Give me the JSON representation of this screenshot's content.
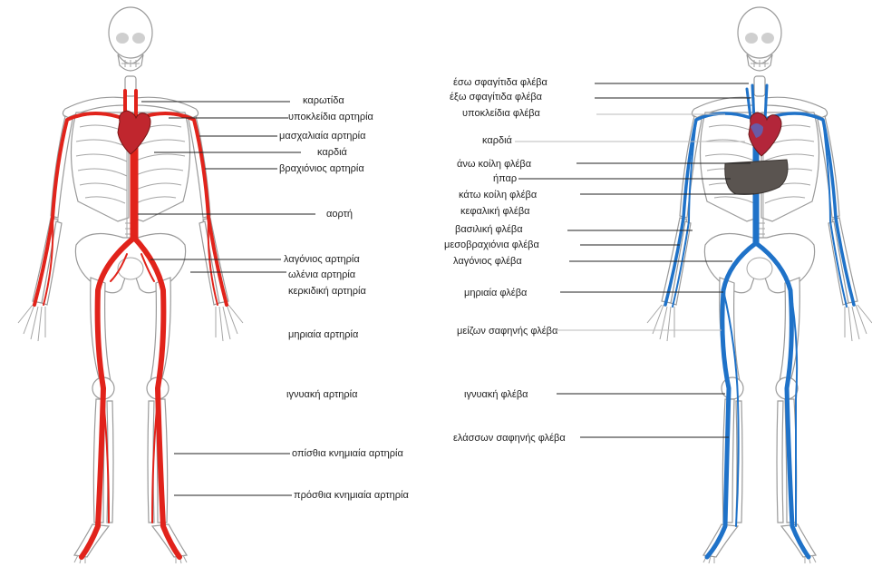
{
  "diagrams": [
    {
      "id": "arterial",
      "colors": {
        "vessel": "#e1231b",
        "heart": "#c0262e"
      },
      "labels": [
        {
          "text": "καρωτίδα"
        },
        {
          "text": "υποκλείδια αρτηρία"
        },
        {
          "text": "μασχαλιαία αρτηρία"
        },
        {
          "text": "καρδιά"
        },
        {
          "text": "βραχιόνιος αρτηρία"
        },
        {
          "text": "αορτή"
        },
        {
          "text": "λαγόνιος αρτηρία"
        },
        {
          "text": "ωλένια αρτηρία"
        },
        {
          "text": "κερκιδική αρτηρία"
        },
        {
          "text": "μηριαία αρτηρία"
        },
        {
          "text": "ιγνυακή αρτηρία"
        },
        {
          "text": "οπίσθια κνημιαία αρτηρία"
        },
        {
          "text": "πρόσθια κνημιαία αρτηρία"
        }
      ]
    },
    {
      "id": "venous",
      "colors": {
        "vessel": "#1f72c8",
        "heart": "#b3263a",
        "liver": "#5a5450"
      },
      "labels": [
        {
          "text": "έσω σφαγίτιδα φλέβα"
        },
        {
          "text": "έξω σφαγίτιδα φλέβα"
        },
        {
          "text": "υποκλείδια φλέβα"
        },
        {
          "text": "καρδιά"
        },
        {
          "text": "άνω κοίλη φλέβα"
        },
        {
          "text": "ήπαρ"
        },
        {
          "text": "κάτω κοίλη φλέβα"
        },
        {
          "text": "κεφαλική φλέβα"
        },
        {
          "text": "βασιλική φλέβα"
        },
        {
          "text": "μεσοβραχιόνια φλέβα"
        },
        {
          "text": "λαγόνιος φλέβα"
        },
        {
          "text": "μηριαία φλέβα"
        },
        {
          "text": "μείζων σαφηνής φλέβα"
        },
        {
          "text": "ιγνυακή φλέβα"
        },
        {
          "text": "ελάσσων σαφηνής φλέβα"
        }
      ]
    }
  ]
}
